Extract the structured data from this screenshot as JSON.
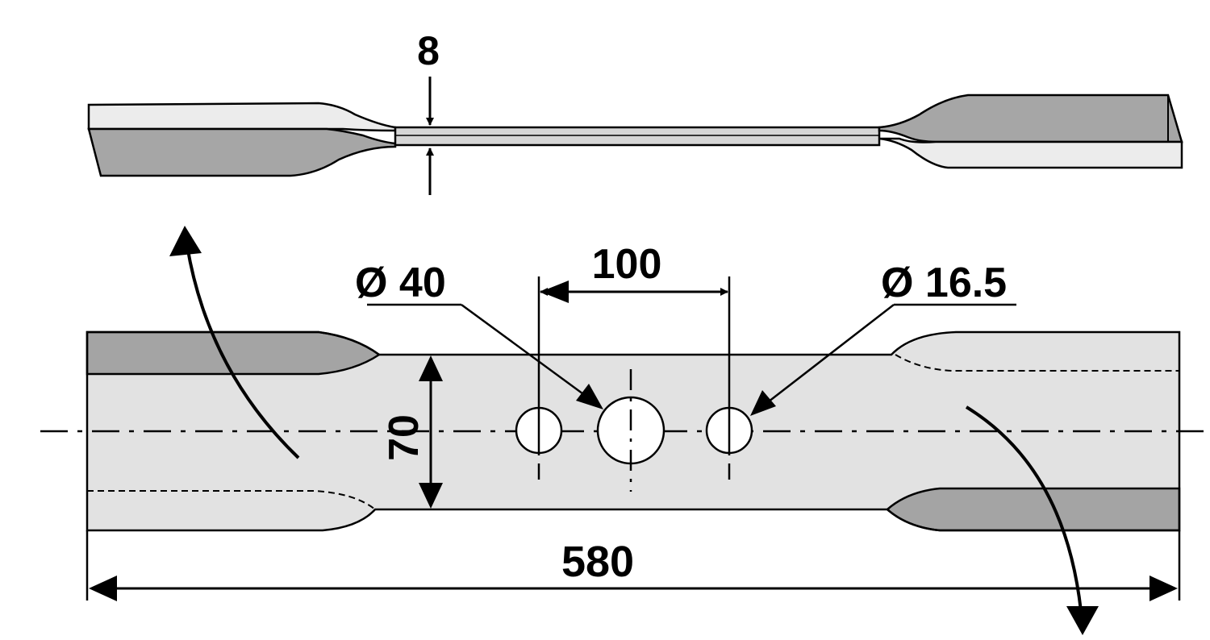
{
  "dimensions": {
    "thickness": "8",
    "hole_spacing": "100",
    "large_hole_diameter": "Ø 40",
    "small_hole_diameter": "Ø 16.5",
    "width": "70",
    "overall_length": "580"
  },
  "colors": {
    "line": "#000000",
    "light_face": "#e2e2e2",
    "mid_face": "#b5b5b5",
    "dark_face": "#a4a4a4",
    "top_face": "#ededed"
  }
}
